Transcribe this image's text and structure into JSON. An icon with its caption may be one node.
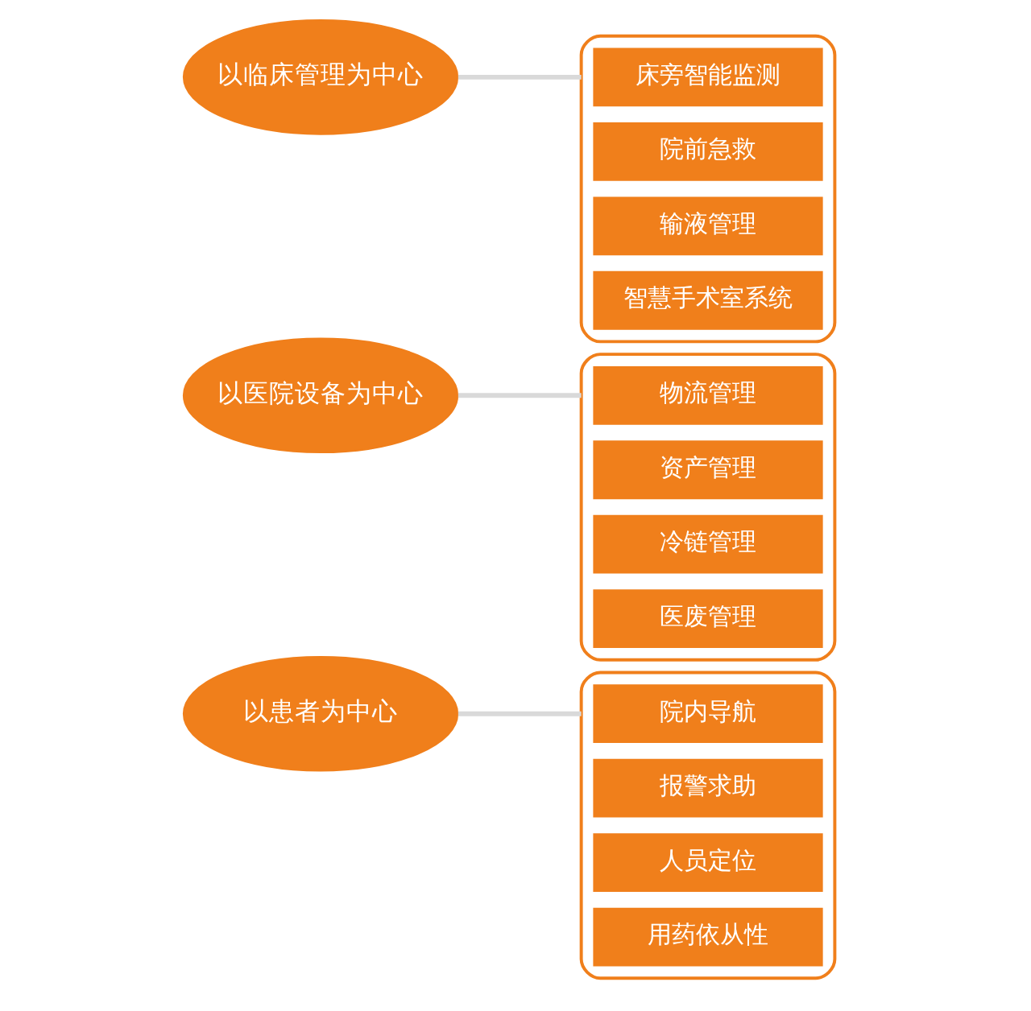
{
  "diagram": {
    "nodes": [
      {
        "text": [
          "以患者为中心"
        ]
      },
      {
        "text": [
          "以医院设备为中心"
        ]
      },
      {
        "text": [
          "以临床管理为中心"
        ]
      },
      {
        "text": [],
        "shape": "box"
      },
      {
        "text": [
          "院内导航"
        ],
        "in": 3
      },
      {
        "text": [
          "报警求助"
        ],
        "in": 3
      },
      {
        "text": [
          "人员定位"
        ],
        "in": 3
      },
      {
        "text": [
          "用药依从性"
        ],
        "in": 3
      },
      {
        "text": [],
        "shape": "box"
      },
      {
        "text": [
          "床旁智能监测"
        ],
        "in": 8
      },
      {
        "text": [
          "院前急救"
        ],
        "in": 8
      },
      {
        "text": [
          "输液管理"
        ],
        "in": 8
      },
      {
        "text": [
          "智慧手术室系统"
        ],
        "in": 8
      },
      {
        "text": [],
        "shape": "box"
      },
      {
        "text": [
          "物流管理"
        ],
        "in": 13
      },
      {
        "text": [
          "资产管理"
        ],
        "in": 13
      },
      {
        "text": [
          "冷链管理"
        ],
        "in": 13
      },
      {
        "text": [
          "医废管理"
        ],
        "in": 13
      }
    ],
    "edges": [
      {
        "from": 0,
        "to": 3,
        "arrow": "none",
        "color": "#d9d9d9"
      },
      {
        "from": 1,
        "to": 13,
        "arrow": "none",
        "color": "#d9d9d9"
      },
      {
        "from": 2,
        "to": 8,
        "arrow": "none",
        "color": "#d9d9d9"
      }
    ]
  }
}
